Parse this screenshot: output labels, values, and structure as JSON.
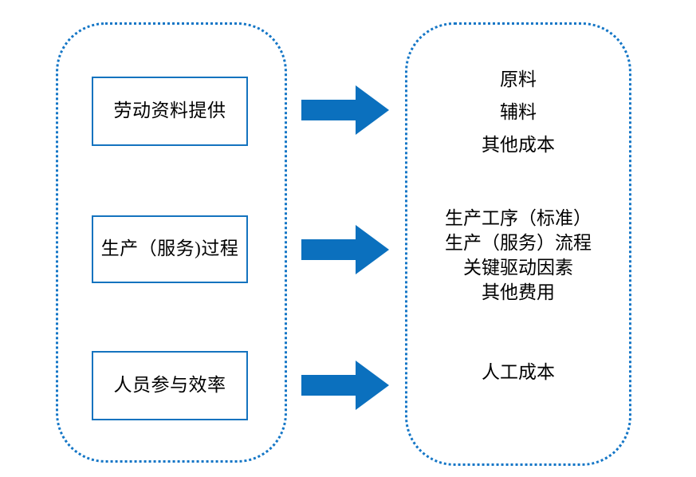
{
  "diagram": {
    "accent_color": "#1476C6",
    "arrow_color": "#0B70BE",
    "box_border_color": "#1473BF",
    "text_color": "#000000",
    "background_color": "#FFFFFF",
    "left_panel": {
      "name": "inputs-group",
      "boxes": [
        {
          "label": "劳动资料提供"
        },
        {
          "label": "生产（服务)过程"
        },
        {
          "label": "人员参与效率"
        }
      ]
    },
    "arrows": [
      {
        "icon": "right-arrow-icon"
      },
      {
        "icon": "right-arrow-icon"
      },
      {
        "icon": "right-arrow-icon"
      }
    ],
    "right_panel": {
      "name": "outputs-group",
      "blocks": [
        {
          "lines": [
            "原料",
            "辅料",
            "其他成本"
          ]
        },
        {
          "lines": [
            "生产工序（标准）",
            "生产（服务）流程",
            "关键驱动因素",
            "其他费用"
          ]
        },
        {
          "lines": [
            "人工成本"
          ]
        }
      ]
    }
  }
}
